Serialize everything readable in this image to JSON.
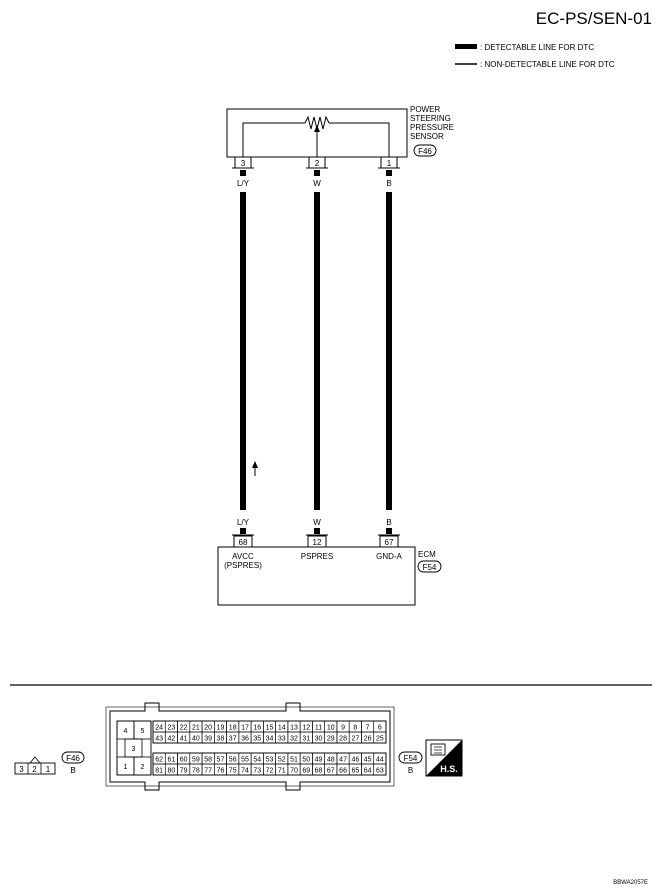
{
  "title": "EC-PS/SEN-01",
  "legend": {
    "detectable": ": DETECTABLE LINE FOR DTC",
    "non_detectable": ": NON-DETECTABLE LINE FOR DTC"
  },
  "sensor": {
    "name_lines": [
      "POWER",
      "STEERING",
      "PRESSURE",
      "SENSOR"
    ],
    "connector": "F46",
    "pins": [
      "3",
      "2",
      "1"
    ],
    "wire_colors": [
      "L/Y",
      "W",
      "B"
    ]
  },
  "ecm": {
    "name": "ECM",
    "connector": "F54",
    "pins": [
      "68",
      "12",
      "67"
    ],
    "wire_colors": [
      "L/Y",
      "W",
      "B"
    ],
    "terminal_labels": [
      "AVCC",
      "PSPRES",
      "GND-A"
    ],
    "terminal_sub_label": "(PSPRES)"
  },
  "connector_views": {
    "f46": {
      "id": "F46",
      "color": "B",
      "pins": [
        "3",
        "2",
        "1"
      ]
    },
    "f54": {
      "id": "F54",
      "color": "B",
      "left_pins": [
        "4",
        "5",
        "3",
        "1",
        "2"
      ],
      "row1": [
        "24",
        "23",
        "22",
        "21",
        "20",
        "19",
        "18",
        "17",
        "16",
        "15",
        "14",
        "13",
        "12",
        "11",
        "10",
        "9",
        "8",
        "7",
        "6"
      ],
      "row2": [
        "43",
        "42",
        "41",
        "40",
        "39",
        "38",
        "37",
        "36",
        "35",
        "34",
        "33",
        "32",
        "31",
        "30",
        "29",
        "28",
        "27",
        "26",
        "25"
      ],
      "row3": [
        "62",
        "61",
        "60",
        "59",
        "58",
        "57",
        "56",
        "55",
        "54",
        "53",
        "52",
        "51",
        "50",
        "49",
        "48",
        "47",
        "46",
        "45",
        "44"
      ],
      "row4": [
        "81",
        "80",
        "79",
        "78",
        "77",
        "76",
        "75",
        "74",
        "73",
        "72",
        "71",
        "70",
        "69",
        "68",
        "67",
        "66",
        "65",
        "64",
        "63"
      ]
    },
    "hs_badge": "H.S."
  },
  "figure_id": "BBWA2057E"
}
